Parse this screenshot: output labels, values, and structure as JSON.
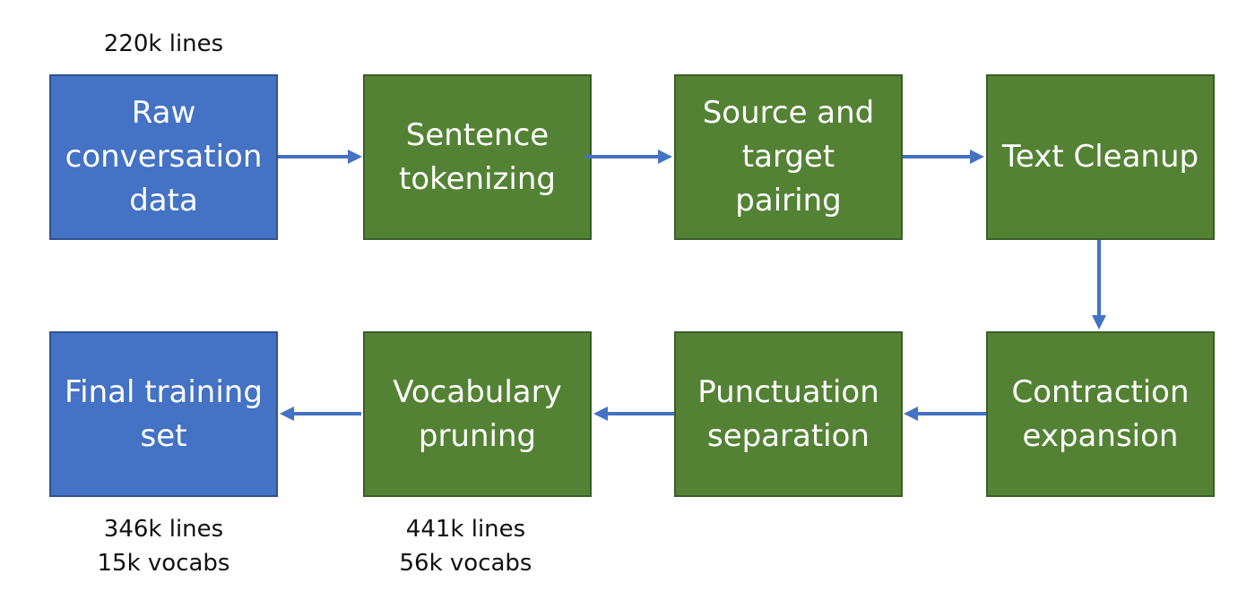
{
  "colors": {
    "input_output_box": "#4472c4",
    "process_box": "#548235",
    "arrow": "#4472c4",
    "box_text": "#ffffff",
    "caption_text": "#111111"
  },
  "steps": {
    "raw": {
      "label": "Raw\nconversation\ndata"
    },
    "tokenize": {
      "label": "Sentence\ntokenizing"
    },
    "pairing": {
      "label": "Source and\ntarget\npairing"
    },
    "cleanup": {
      "label": "Text Cleanup"
    },
    "contraction": {
      "label": "Contraction\nexpansion"
    },
    "punctuation": {
      "label": "Punctuation\nseparation"
    },
    "pruning": {
      "label": "Vocabulary\npruning"
    },
    "final": {
      "label": "Final training\nset"
    }
  },
  "annotations": {
    "raw_count": "220k lines",
    "final_count": "346k lines\n15k vocabs",
    "pruning_count": "441k lines\n56k vocabs"
  },
  "connections": [
    {
      "from": "raw",
      "to": "tokenize"
    },
    {
      "from": "tokenize",
      "to": "pairing"
    },
    {
      "from": "pairing",
      "to": "cleanup"
    },
    {
      "from": "cleanup",
      "to": "contraction"
    },
    {
      "from": "contraction",
      "to": "punctuation"
    },
    {
      "from": "punctuation",
      "to": "pruning"
    },
    {
      "from": "pruning",
      "to": "final"
    }
  ]
}
